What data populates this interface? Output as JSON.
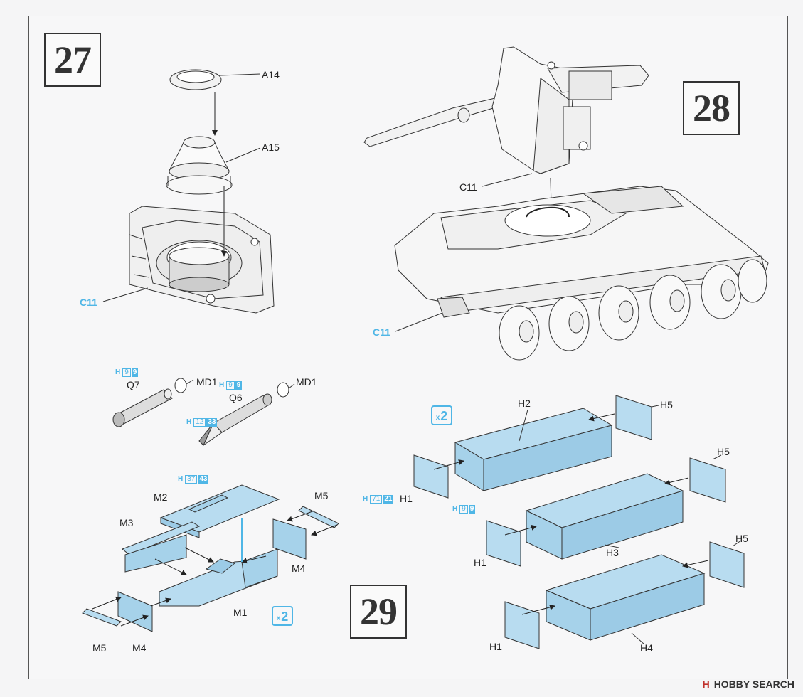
{
  "steps": {
    "s27": "27",
    "s28": "28",
    "s29": "29"
  },
  "labels": {
    "a14": "A14",
    "a15": "A15",
    "c11_blue_left": "C11",
    "c11_gun": "C11",
    "c11_blue_right": "C11",
    "md1_a": "MD1",
    "md1_b": "MD1",
    "q7": "Q7",
    "q6": "Q6",
    "m2": "M2",
    "m3": "M3",
    "m5_top": "M5",
    "m4_right": "M4",
    "m1": "M1",
    "m5_bottom": "M5",
    "m4_bottom": "M4",
    "h2": "H2",
    "h5_a": "H5",
    "h5_b": "H5",
    "h5_c": "H5",
    "h1_a": "H1",
    "h1_b": "H1",
    "h1_c": "H1",
    "h3": "H3",
    "h4": "H4"
  },
  "part_codes": {
    "q7": {
      "sprue": "H",
      "outline": "9",
      "filled": "9"
    },
    "q6": {
      "sprue": "H",
      "outline": "9",
      "filled": "9"
    },
    "q6_tip": {
      "sprue": "H",
      "outline": "12",
      "filled": "33"
    },
    "m_rack": {
      "sprue": "H",
      "outline": "37",
      "filled": "43"
    },
    "h1": {
      "sprue": "H",
      "outline": "71",
      "filled": "21"
    },
    "h2": {
      "sprue": "H",
      "outline": "9",
      "filled": "9"
    }
  },
  "multipliers": {
    "rack": "2",
    "boxes": "2",
    "x": "x"
  },
  "watermark": {
    "logo": "H",
    "brand": "HOBBY SEARCH"
  },
  "colors": {
    "accent_blue": "#4fb6e6",
    "part_fill": "#b8dcf0"
  }
}
